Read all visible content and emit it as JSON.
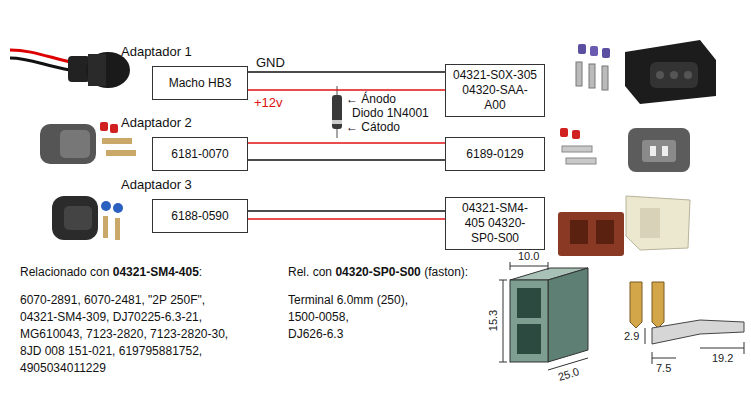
{
  "diagram": {
    "nodes": [
      {
        "text": [
          "Adaptador 1",
          "Macho HB3"
        ]
      },
      {
        "text": [
          "04321-S0X-305 04320-SAA-A00"
        ]
      },
      {
        "text": [
          "Adaptador 2",
          "6181-0070"
        ]
      },
      {
        "text": [
          "6189-0129"
        ]
      },
      {
        "text": [
          "Adaptador 3",
          "6188-0590"
        ]
      },
      {
        "text": [
          "04321-SM4-405 04320-SP0-S00"
        ]
      }
    ],
    "edges": [
      {
        "from": 0,
        "to": 1,
        "arrow": "none",
        "label": "GND"
      },
      {
        "from": 0,
        "to": 1,
        "arrow": "none",
        "label": "+12v"
      },
      {
        "from": 2,
        "to": 3,
        "arrow": "none"
      },
      {
        "from": 2,
        "to": 3,
        "arrow": "none"
      },
      {
        "from": 4,
        "to": 5,
        "arrow": "none"
      },
      {
        "from": 4,
        "to": 5,
        "arrow": "none"
      }
    ],
    "labels": [
      "← Ánodo",
      "Diodo 1N4001",
      "← Cátodo",
      "Relacionado con",
      "04321-SM4-405",
      ":",
      "6070-2891, 6070-2481, \"2P 250F\",",
      "04321-SM4-309,  DJ70225-6.3-21,",
      "MG610043, 7123-2820, 7123-2820-30,",
      "8JD 008 151-021, 619795881752,",
      "4905034011229",
      "Rel. con",
      "04320-SP0-S00",
      "(faston):",
      "Terminal 6.0mm (250),",
      "1500-0058,",
      "DJ626-6.3",
      "10.0",
      "15.3",
      "25.0",
      "2.9",
      "7.5",
      "19.2"
    ]
  }
}
